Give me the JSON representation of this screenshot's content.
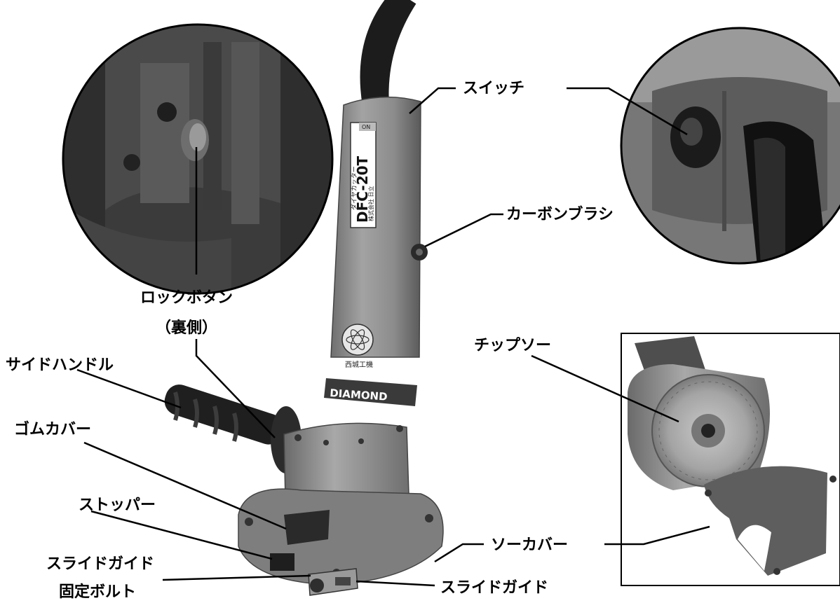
{
  "labels": {
    "switch": "スイッチ",
    "carbon_brush": "カーボンブラシ",
    "lock_button": "ロックボタン",
    "lock_button_note": "（裏側）",
    "side_handle": "サイドハンドル",
    "rubber_cover": "ゴムカバー",
    "stopper": "ストッパー",
    "slide_guide_bolt_line1": "スライドガイド",
    "slide_guide_bolt_line2": "固定ボルト",
    "saw_cover": "ソーカバー",
    "slide_guide": "スライドガイド",
    "tip_saw": "チップソー"
  },
  "product_markings": {
    "model": "DFC-20T",
    "brand": "DIAMOND",
    "name_plate": "ダイヤカッター",
    "maker_jp": "株式会社 日立",
    "emblem_text": "西城工機",
    "switch_mark": "ON"
  },
  "colors": {
    "tool_body": "#8d8d8d",
    "tool_dark": "#555555",
    "cable": "#1c1c1c",
    "background": "#ffffff",
    "leader": "#000000"
  }
}
